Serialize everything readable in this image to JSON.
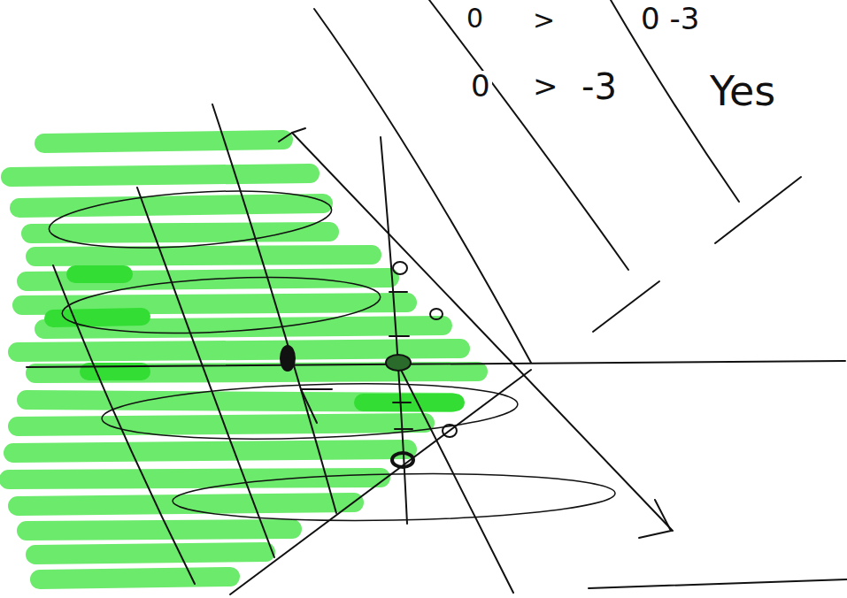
{
  "diagram": {
    "labels": [
      "0",
      ">",
      "0 -3",
      "0",
      ">",
      "-3",
      "Yes"
    ]
  }
}
